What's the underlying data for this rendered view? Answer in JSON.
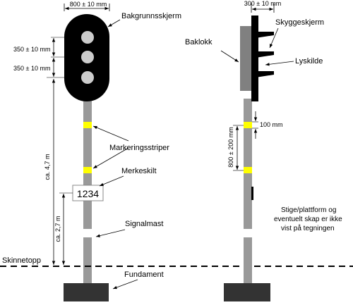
{
  "front_view": {
    "width_dimension": "800 ± 10 mm",
    "background_label": "Bakgrunnsskjerm",
    "lamp_spacing_top": "350 ± 10 mm",
    "lamp_spacing_bottom": "350 ± 10 mm",
    "height_signal": "ca. 4,7 m",
    "height_sign": "ca. 2,7 m",
    "stripes_label": "Markeringsstriper",
    "sign_label": "Merkeskilt",
    "sign_number": "1234",
    "mast_label": "Signalmast",
    "rail_label": "Skinnetopp",
    "foundation_label": "Fundament"
  },
  "side_view": {
    "depth_dimension": "300 ± 10 mm",
    "back_cover_label": "Baklokk",
    "hood_label": "Skyggeskjerm",
    "light_source_label": "Lyskilde",
    "stripe_height": "100 mm",
    "stripe_spacing": "800 ± 200 mm",
    "note": [
      "Stige/plattform og",
      "eventuelt skap er ikke",
      "vist på tegningen"
    ]
  },
  "colors": {
    "mast": "#999999",
    "signal_head": "#000000",
    "lamp": "#cccccc",
    "stripe": "#ffff00",
    "foundation": "#333333",
    "back_cover": "#808080"
  }
}
